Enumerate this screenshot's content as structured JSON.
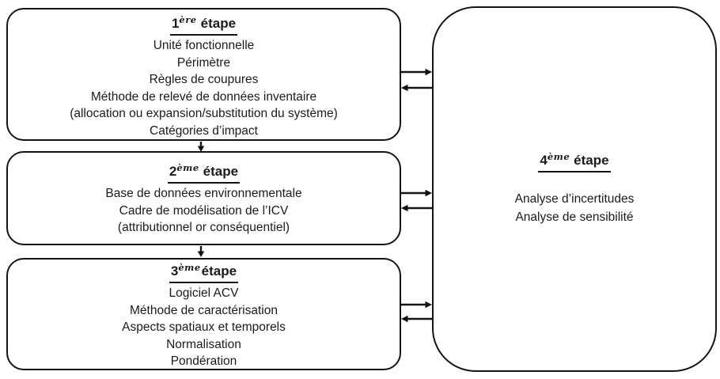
{
  "diagram": {
    "background_color": "#ffffff",
    "stroke_color": "#141414",
    "text_color": "#1b1b1b",
    "steps": [
      {
        "id": "step-1",
        "title": {
          "num": "1",
          "sup": "ère",
          "rest": "étape"
        },
        "lines": [
          "Unité fonctionnelle",
          "Périmètre",
          "Règles de coupures",
          "Méthode de relevé de données inventaire",
          "(allocation ou expansion/substitution du système)",
          "Catégories d’impact"
        ]
      },
      {
        "id": "step-2",
        "title": {
          "num": "2",
          "sup": "ème",
          "rest": "étape"
        },
        "lines": [
          "Base de données environnementale",
          "Cadre de modélisation de l’ICV",
          "(attributionnel or conséquentiel)"
        ]
      },
      {
        "id": "step-3",
        "title": {
          "num": "3",
          "sup": "ème",
          "rest": "étape"
        },
        "lines": [
          "Logiciel ACV",
          "Méthode de caractérisation",
          "Aspects spatiaux et temporels",
          "Normalisation",
          "Pondération"
        ]
      },
      {
        "id": "step-4",
        "title": {
          "num": "4",
          "sup": "ème",
          "rest": "étape"
        },
        "lines": [
          "Analyse d’incertitudes",
          "Analyse de sensibilité"
        ]
      }
    ],
    "connections": [
      {
        "from": "step-1",
        "to": "step-2",
        "type": "arrow-down"
      },
      {
        "from": "step-2",
        "to": "step-3",
        "type": "arrow-down"
      },
      {
        "from": "step-1",
        "to": "step-4",
        "type": "double-arrow-horizontal"
      },
      {
        "from": "step-2",
        "to": "step-4",
        "type": "double-arrow-horizontal"
      },
      {
        "from": "step-3",
        "to": "step-4",
        "type": "double-arrow-horizontal"
      }
    ]
  }
}
